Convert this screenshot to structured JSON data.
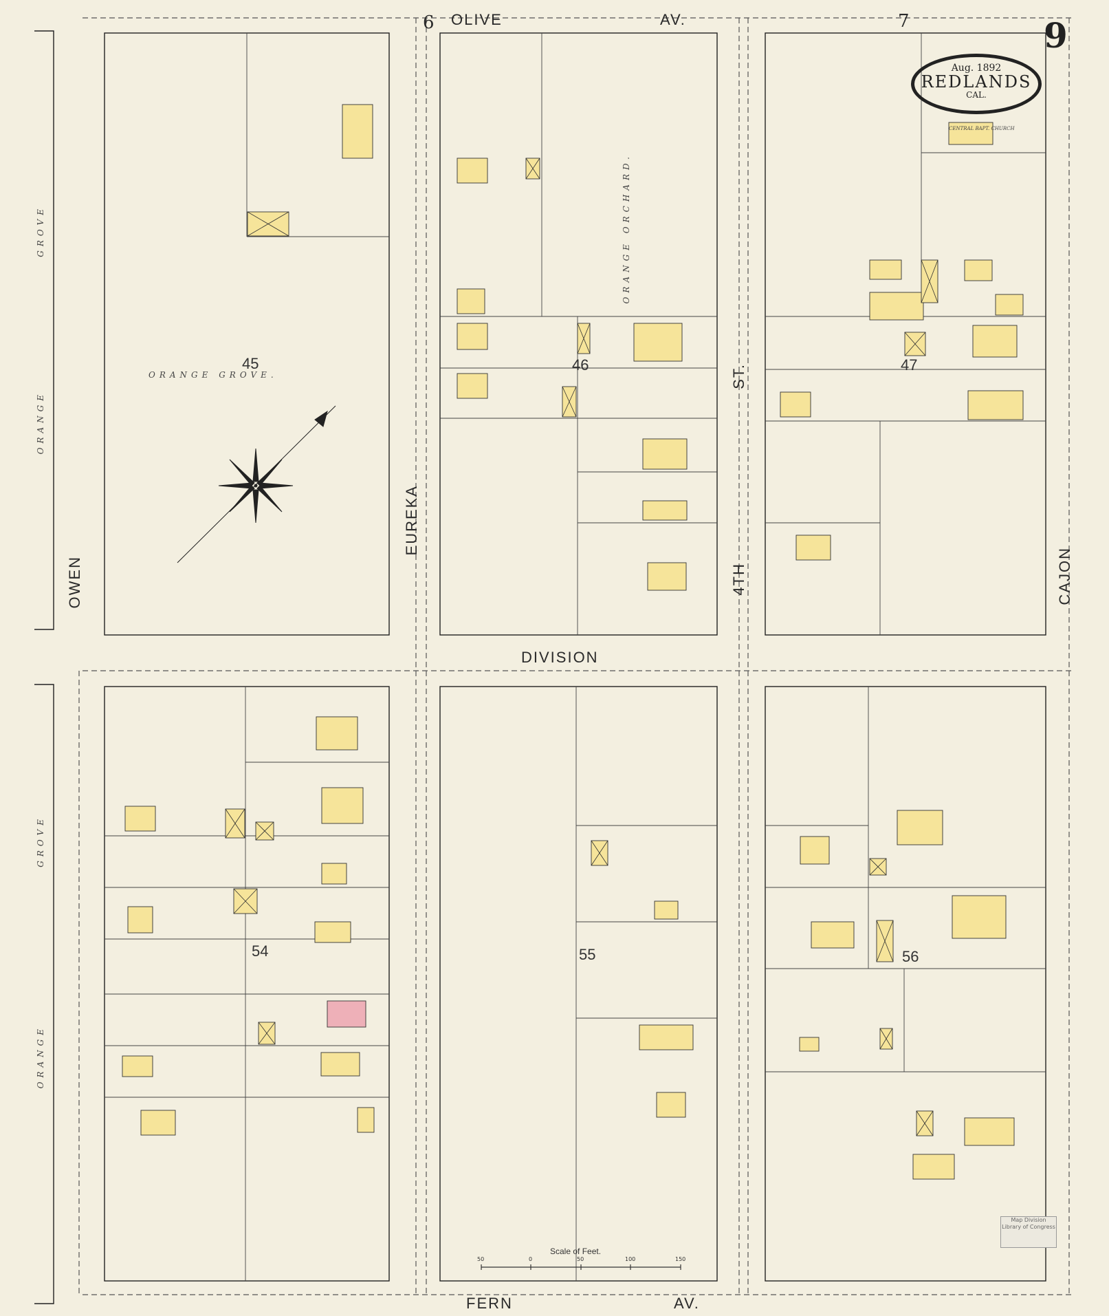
{
  "title": {
    "date": "Aug. 1892",
    "city": "REDLANDS",
    "state": "CAL."
  },
  "sheet_number": "9",
  "adjoining_sheets": [
    "6",
    "7"
  ],
  "streets": {
    "top": "OLIVE",
    "top_suffix": "AV.",
    "bottom": "FERN",
    "bottom_suffix": "AV.",
    "middle": "DIVISION",
    "left": "OWEN",
    "col1": "EUREKA",
    "col2": "4TH",
    "col2_suffix": "ST.",
    "right": "CAJON",
    "grove_left_1": "ORANGE",
    "grove_left_2": "GROVE",
    "grove_left_3": "GROVE",
    "grove_left_4": "ORANGE"
  },
  "blocks": [
    "45",
    "46",
    "47",
    "54",
    "55",
    "56"
  ],
  "annotations": {
    "orange_grove": "ORANGE GROVE.",
    "orange_orchard": "ORANGE ORCHARD.",
    "church": "CENTRAL BAPT. CHURCH",
    "scale": "Scale of Feet.",
    "scale_ticks": [
      "50",
      "0",
      "50",
      "100",
      "150"
    ]
  },
  "colors": {
    "paper": "#f3efe0",
    "frame_dwelling": "#f6e49a",
    "brick": "#eeb0b8",
    "outline": "#333333"
  },
  "stamp": "Map Division Library of Congress"
}
